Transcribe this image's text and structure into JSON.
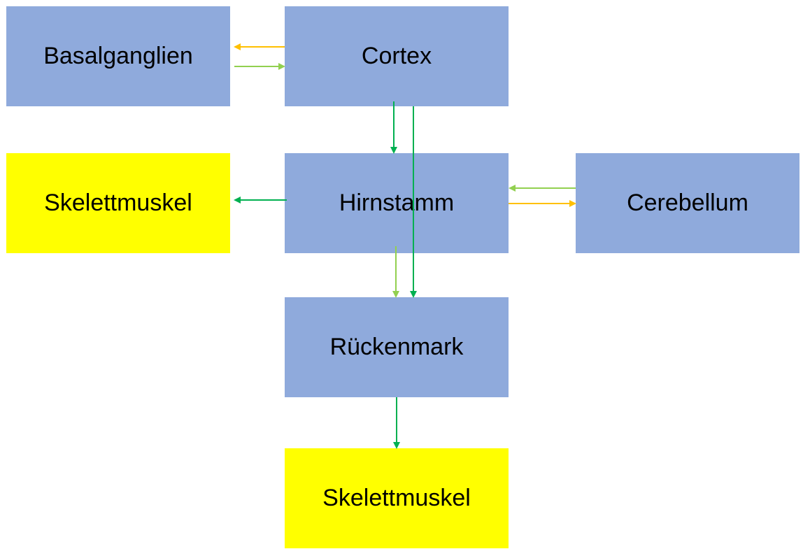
{
  "colors": {
    "region": "#8faadc",
    "muscle": "#ffff00",
    "arrow_dark_green": "#00b050",
    "arrow_light_green": "#92d050",
    "arrow_orange": "#ffc000"
  },
  "nodes": {
    "basalganglien": {
      "label": "Basalganglien",
      "kind": "region"
    },
    "cortex": {
      "label": "Cortex",
      "kind": "region"
    },
    "skelettmuskel_left": {
      "label": "Skelettmuskel",
      "kind": "muscle"
    },
    "hirnstamm": {
      "label": "Hirnstamm",
      "kind": "region"
    },
    "cerebellum": {
      "label": "Cerebellum",
      "kind": "region"
    },
    "rueckenmark": {
      "label": "Rückenmark",
      "kind": "region"
    },
    "skelettmuskel_bottom": {
      "label": "Skelettmuskel",
      "kind": "muscle"
    }
  },
  "edges": [
    {
      "from": "cortex",
      "to": "basalganglien",
      "color": "arrow_orange"
    },
    {
      "from": "basalganglien",
      "to": "cortex",
      "color": "arrow_light_green"
    },
    {
      "from": "cortex",
      "to": "hirnstamm",
      "color": "arrow_dark_green"
    },
    {
      "from": "cortex",
      "to": "rueckenmark",
      "color": "arrow_dark_green"
    },
    {
      "from": "hirnstamm",
      "to": "skelettmuskel_left",
      "color": "arrow_dark_green"
    },
    {
      "from": "cerebellum",
      "to": "hirnstamm",
      "color": "arrow_light_green"
    },
    {
      "from": "hirnstamm",
      "to": "cerebellum",
      "color": "arrow_orange"
    },
    {
      "from": "hirnstamm",
      "to": "rueckenmark",
      "color": "arrow_light_green"
    },
    {
      "from": "rueckenmark",
      "to": "skelettmuskel_bottom",
      "color": "arrow_dark_green"
    }
  ]
}
